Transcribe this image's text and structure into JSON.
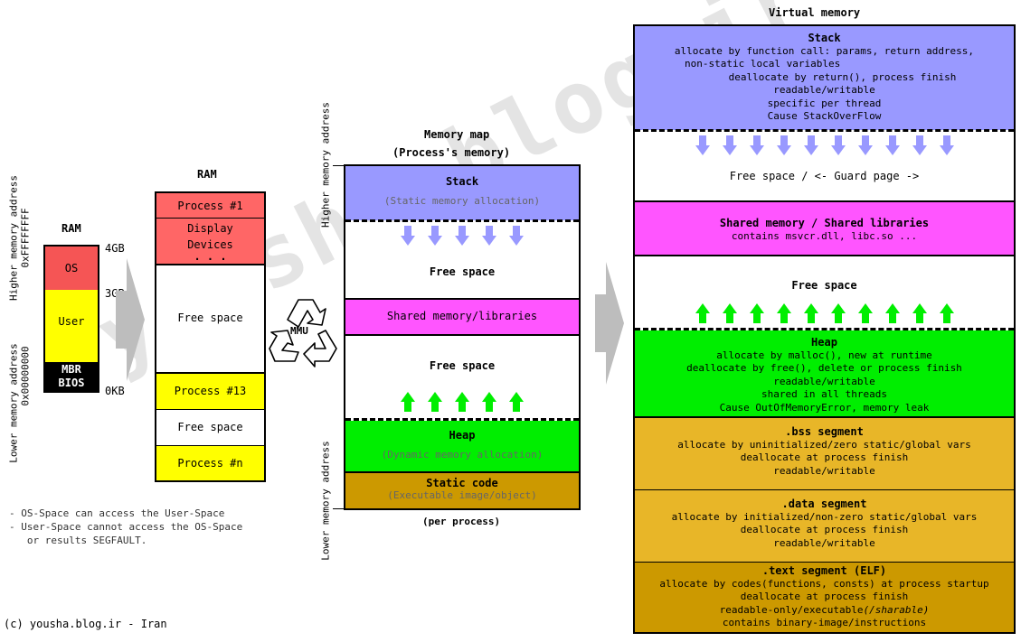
{
  "colors": {
    "stack": "#9999FF",
    "shared": "#FF55FF",
    "heap": "#00EE00",
    "static": "#CC9900",
    "segments": "#E8B628",
    "os": "#F55555",
    "process": "#FF6666",
    "user": "#FFFF00",
    "mbr": "#000000",
    "arrow_down": "#9999FF",
    "arrow_up": "#00EE00",
    "watermark": "#E4E4E4"
  },
  "watermark": "yousha.blog.ir",
  "left": {
    "axis_high": "Higher memory address",
    "axis_high_hex": "0xFFFFFFFF",
    "axis_low": "Lower memory address",
    "axis_low_hex": "0x00000000",
    "ram_title": "RAM",
    "segments": {
      "os": "OS",
      "user": "User",
      "mbr": "MBR",
      "bios": "BIOS"
    },
    "ticks": {
      "t4": "4GB",
      "t3": "3GB",
      "t0": "0KB"
    },
    "notes": [
      "- OS-Space can access the User-Space",
      "- User-Space cannot access the OS-Space",
      "   or results SEGFAULT."
    ],
    "copyright": "(c) yousha.blog.ir - Iran"
  },
  "ram2": {
    "title": "RAM",
    "process1": "Process #1",
    "display1": "Display",
    "display2": "Devices",
    "display3": ". . .",
    "free1": "Free space",
    "process13": "Process #13",
    "free2": "Free space",
    "processn": "Process #n"
  },
  "mmu": {
    "label": "MMU",
    "icon": "recycle-icon"
  },
  "memmap": {
    "title1": "Memory map",
    "title2": "(Process's memory)",
    "axis_high": "Higher memory address",
    "axis_low": "Lower memory address",
    "stack": "Stack",
    "stack_sub": "(Static memory allocation)",
    "free1": "Free space",
    "shared": "Shared memory/libraries",
    "free2": "Free space",
    "heap": "Heap",
    "heap_sub": "(Dynamic memory allocation)",
    "static": "Static code",
    "static_sub": "(Executable image/object)",
    "footer": "(per process)"
  },
  "virtual": {
    "title": "Virtual memory",
    "stack": {
      "title": "Stack",
      "lines": [
        "allocate by function call: params, return address,",
        "non-static local variables",
        "deallocate by return(), process finish",
        "readable/writable",
        "specific per thread",
        "Cause StackOverFlow"
      ]
    },
    "guard": "Free space / <- Guard page ->",
    "shared": {
      "title": "Shared memory / Shared libraries",
      "lines": [
        "contains msvcr.dll, libc.so ..."
      ]
    },
    "free": "Free space",
    "heap": {
      "title": "Heap",
      "lines": [
        "allocate by malloc(), new at runtime",
        "deallocate by free(), delete or process finish",
        "readable/writable",
        "shared in all threads",
        "Cause OutOfMemoryError, memory leak"
      ]
    },
    "bss": {
      "title": ".bss segment",
      "lines": [
        "allocate by uninitialized/zero static/global vars",
        "deallocate at process finish",
        "readable/writable"
      ]
    },
    "data": {
      "title": ".data segment",
      "lines": [
        "allocate by initialized/non-zero static/global vars",
        "deallocate at process finish",
        "readable/writable"
      ]
    },
    "text": {
      "title": ".text segment (ELF)",
      "lines": [
        "allocate by codes(functions, consts) at process startup",
        "deallocate at process finish",
        "readable-only/executable",
        "(/sharable)",
        "contains binary-image/instructions"
      ]
    }
  }
}
